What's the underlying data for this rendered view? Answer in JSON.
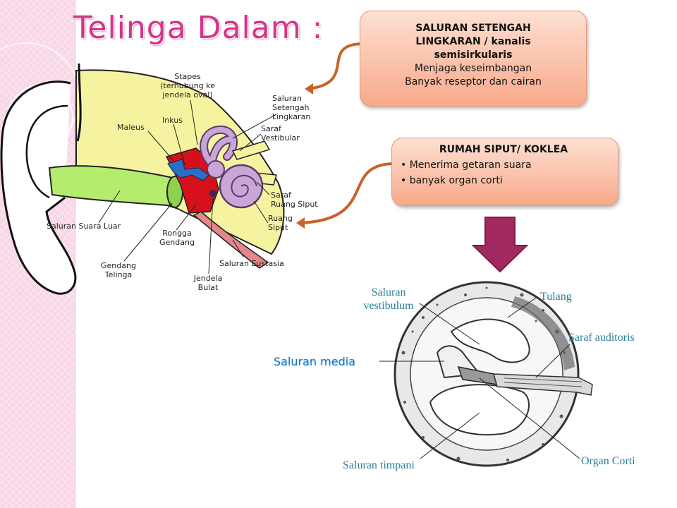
{
  "title": "Telinga Dalam :",
  "callouts": {
    "canal": {
      "line1": "SALURAN SETENGAH",
      "line2": "LINGKARAN / kanalis",
      "line3": "semisirkularis",
      "line4": "Menjaga keseimbangan",
      "line5": "Banyak reseptor dan cairan"
    },
    "cochlea": {
      "heading": "RUMAH SIPUT/ KOKLEA",
      "bullets": [
        "Menerima getaran suara",
        "banyak organ corti"
      ]
    }
  },
  "ear_labels": {
    "stapes": [
      "Stapes",
      "(terhubung ke",
      "jendela oval)"
    ],
    "saluran_setengah": [
      "Saluran",
      "Setengah",
      "Lingkaran"
    ],
    "maleus": "Maleus",
    "inkus": "Inkus",
    "saraf_vestibular": [
      "Saraf",
      "Vestibular"
    ],
    "saraf_ruang_siput": [
      "Saraf",
      "Ruang Siput"
    ],
    "ruang_siput": [
      "Ruang",
      "Siput"
    ],
    "saluran_suara_luar": "Saluran Suara Luar",
    "rongga_gendang": [
      "Rongga",
      "Gendang"
    ],
    "saluran_eustasia": "Saluran Eustasia",
    "gendang_telinga": [
      "Gendang",
      "Telinga"
    ],
    "jendela_bulat": [
      "Jendela",
      "Bulat"
    ]
  },
  "section_labels": {
    "saluran_vestibulum": [
      "Saluran",
      "vestibulum"
    ],
    "tulang": "Tulang",
    "saraf_auditoris": "Saraf auditoris",
    "saluran_media": "Saluran media",
    "saluran_timpani": "Saluran timpani",
    "organ_corti": "Organ Corti"
  },
  "colors": {
    "title": "#d6338b",
    "callout_fill": "#f8a98a",
    "arrow_orange": "#c8622a",
    "down_arrow": "#a1295f",
    "section_label": "#2a7f98",
    "highlight_label": "#1776c0"
  }
}
